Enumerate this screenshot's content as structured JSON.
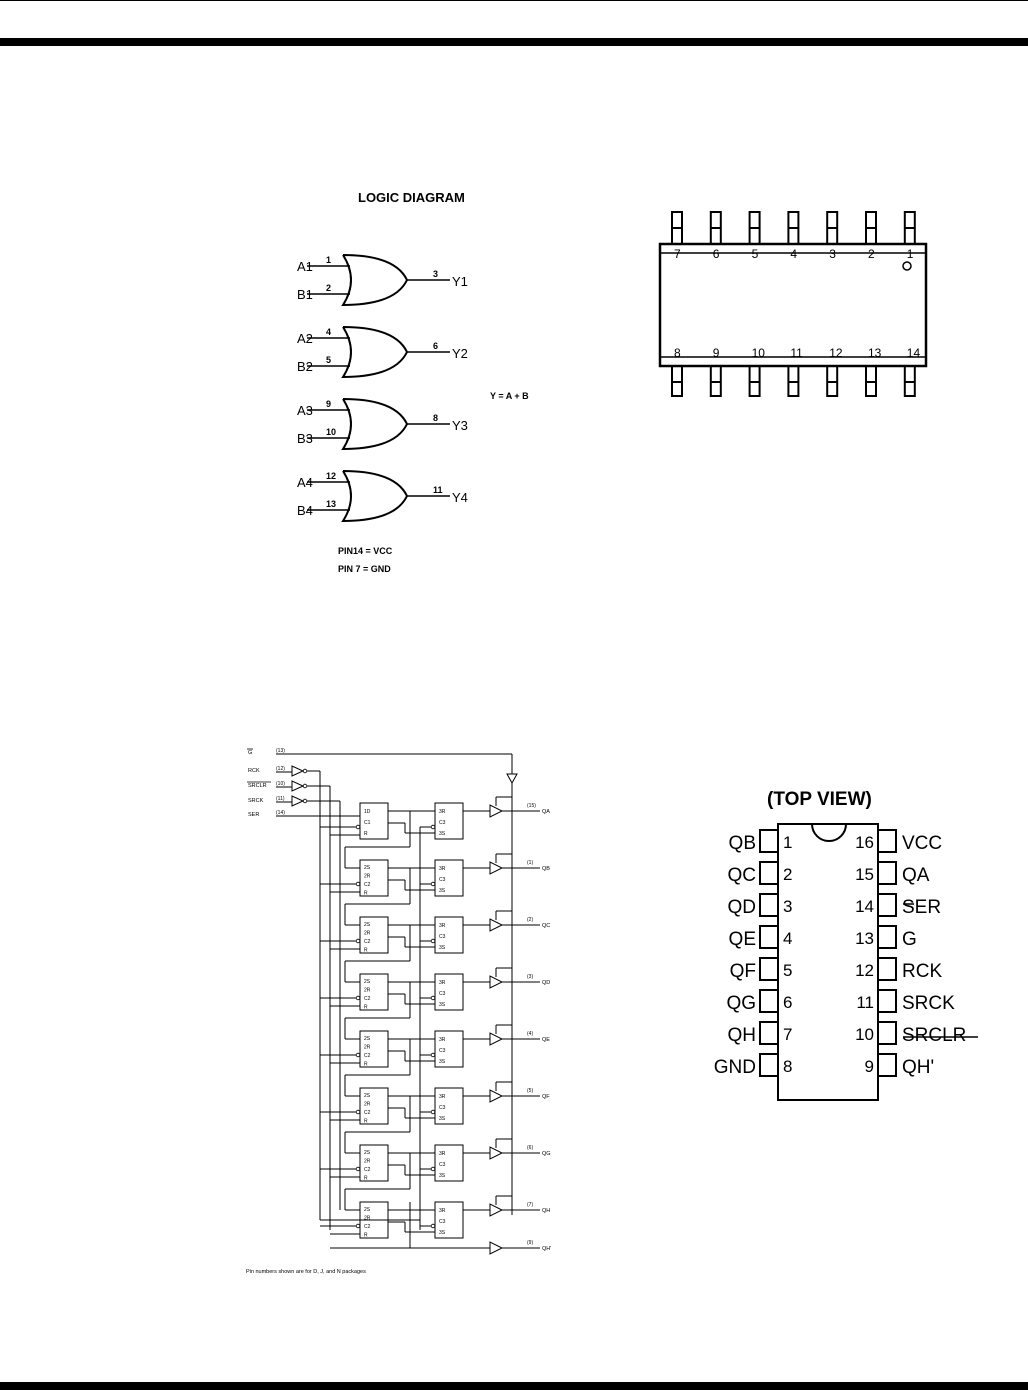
{
  "logic_diagram": {
    "title": "LOGIC DIAGRAM",
    "equation": "Y = A + B",
    "gates": [
      {
        "in_a": "A1",
        "pin_a": "1",
        "in_b": "B1",
        "pin_b": "2",
        "out": "Y1",
        "pin_out": "3"
      },
      {
        "in_a": "A2",
        "pin_a": "4",
        "in_b": "B2",
        "pin_b": "5",
        "out": "Y2",
        "pin_out": "6"
      },
      {
        "in_a": "A3",
        "pin_a": "9",
        "in_b": "B3",
        "pin_b": "10",
        "out": "Y3",
        "pin_out": "8"
      },
      {
        "in_a": "A4",
        "pin_a": "12",
        "in_b": "B4",
        "pin_b": "13",
        "out": "Y4",
        "pin_out": "11"
      }
    ],
    "power_note_1": "PIN14 = VCC",
    "power_note_2": "PIN 7 = GND"
  },
  "soic_package": {
    "top_pins": [
      "7",
      "6",
      "5",
      "4",
      "3",
      "2",
      "1"
    ],
    "bottom_pins": [
      "8",
      "9",
      "10",
      "11",
      "12",
      "13",
      "14"
    ]
  },
  "shift_register": {
    "inputs": [
      {
        "name": "G",
        "pin": "(13)"
      },
      {
        "name": "RCK",
        "pin": "(12)"
      },
      {
        "name": "SRCLR",
        "pin": "(10)"
      },
      {
        "name": "SRCK",
        "pin": "(11)"
      },
      {
        "name": "SER",
        "pin": "(14)"
      }
    ],
    "first_stage_labels": [
      "1D",
      "C1",
      "R"
    ],
    "stage_labels": [
      "2S",
      "2R",
      "C2",
      "R"
    ],
    "latch_labels": [
      "3R",
      "C3",
      "3S"
    ],
    "outputs": [
      {
        "name": "QA",
        "pin": "(15)"
      },
      {
        "name": "QB",
        "pin": "(1)"
      },
      {
        "name": "QC",
        "pin": "(2)"
      },
      {
        "name": "QD",
        "pin": "(3)"
      },
      {
        "name": "QE",
        "pin": "(4)"
      },
      {
        "name": "QF",
        "pin": "(5)"
      },
      {
        "name": "QG",
        "pin": "(6)"
      },
      {
        "name": "QH",
        "pin": "(7)"
      }
    ],
    "serial_out": {
      "name": "QH'",
      "pin": "(9)"
    },
    "footnote": "Pin numbers shown are for D, J, and N packages"
  },
  "pinout": {
    "title": "(TOP VIEW)",
    "left_pins": [
      {
        "num": "1",
        "label": "QB"
      },
      {
        "num": "2",
        "label": "QC"
      },
      {
        "num": "3",
        "label": "QD"
      },
      {
        "num": "4",
        "label": "QE"
      },
      {
        "num": "5",
        "label": "QF"
      },
      {
        "num": "6",
        "label": "QG"
      },
      {
        "num": "7",
        "label": "QH"
      },
      {
        "num": "8",
        "label": "GND"
      }
    ],
    "right_pins": [
      {
        "num": "16",
        "label": "VCC"
      },
      {
        "num": "15",
        "label": "QA"
      },
      {
        "num": "14",
        "label": "SER"
      },
      {
        "num": "13",
        "label": "G"
      },
      {
        "num": "12",
        "label": "RCK"
      },
      {
        "num": "11",
        "label": "SRCK"
      },
      {
        "num": "10",
        "label": "SRCLR"
      },
      {
        "num": "9",
        "label": "QH'"
      }
    ]
  }
}
